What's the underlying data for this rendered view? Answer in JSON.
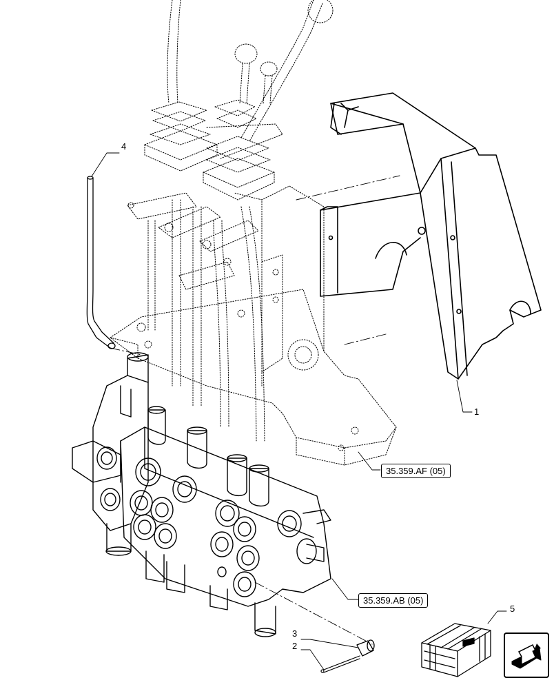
{
  "diagram": {
    "callouts": [
      {
        "id": "1",
        "text": "1"
      },
      {
        "id": "2",
        "text": "2"
      },
      {
        "id": "3",
        "text": "3"
      },
      {
        "id": "4",
        "text": "4"
      },
      {
        "id": "5",
        "text": "5"
      }
    ],
    "references": [
      {
        "id": "af",
        "text": "35.359.AF (05)"
      },
      {
        "id": "ab",
        "text": "35.359.AB (05)"
      }
    ],
    "icons": {
      "navigation": "next-page-arrow-icon",
      "kit": "parts-box-icon"
    }
  }
}
